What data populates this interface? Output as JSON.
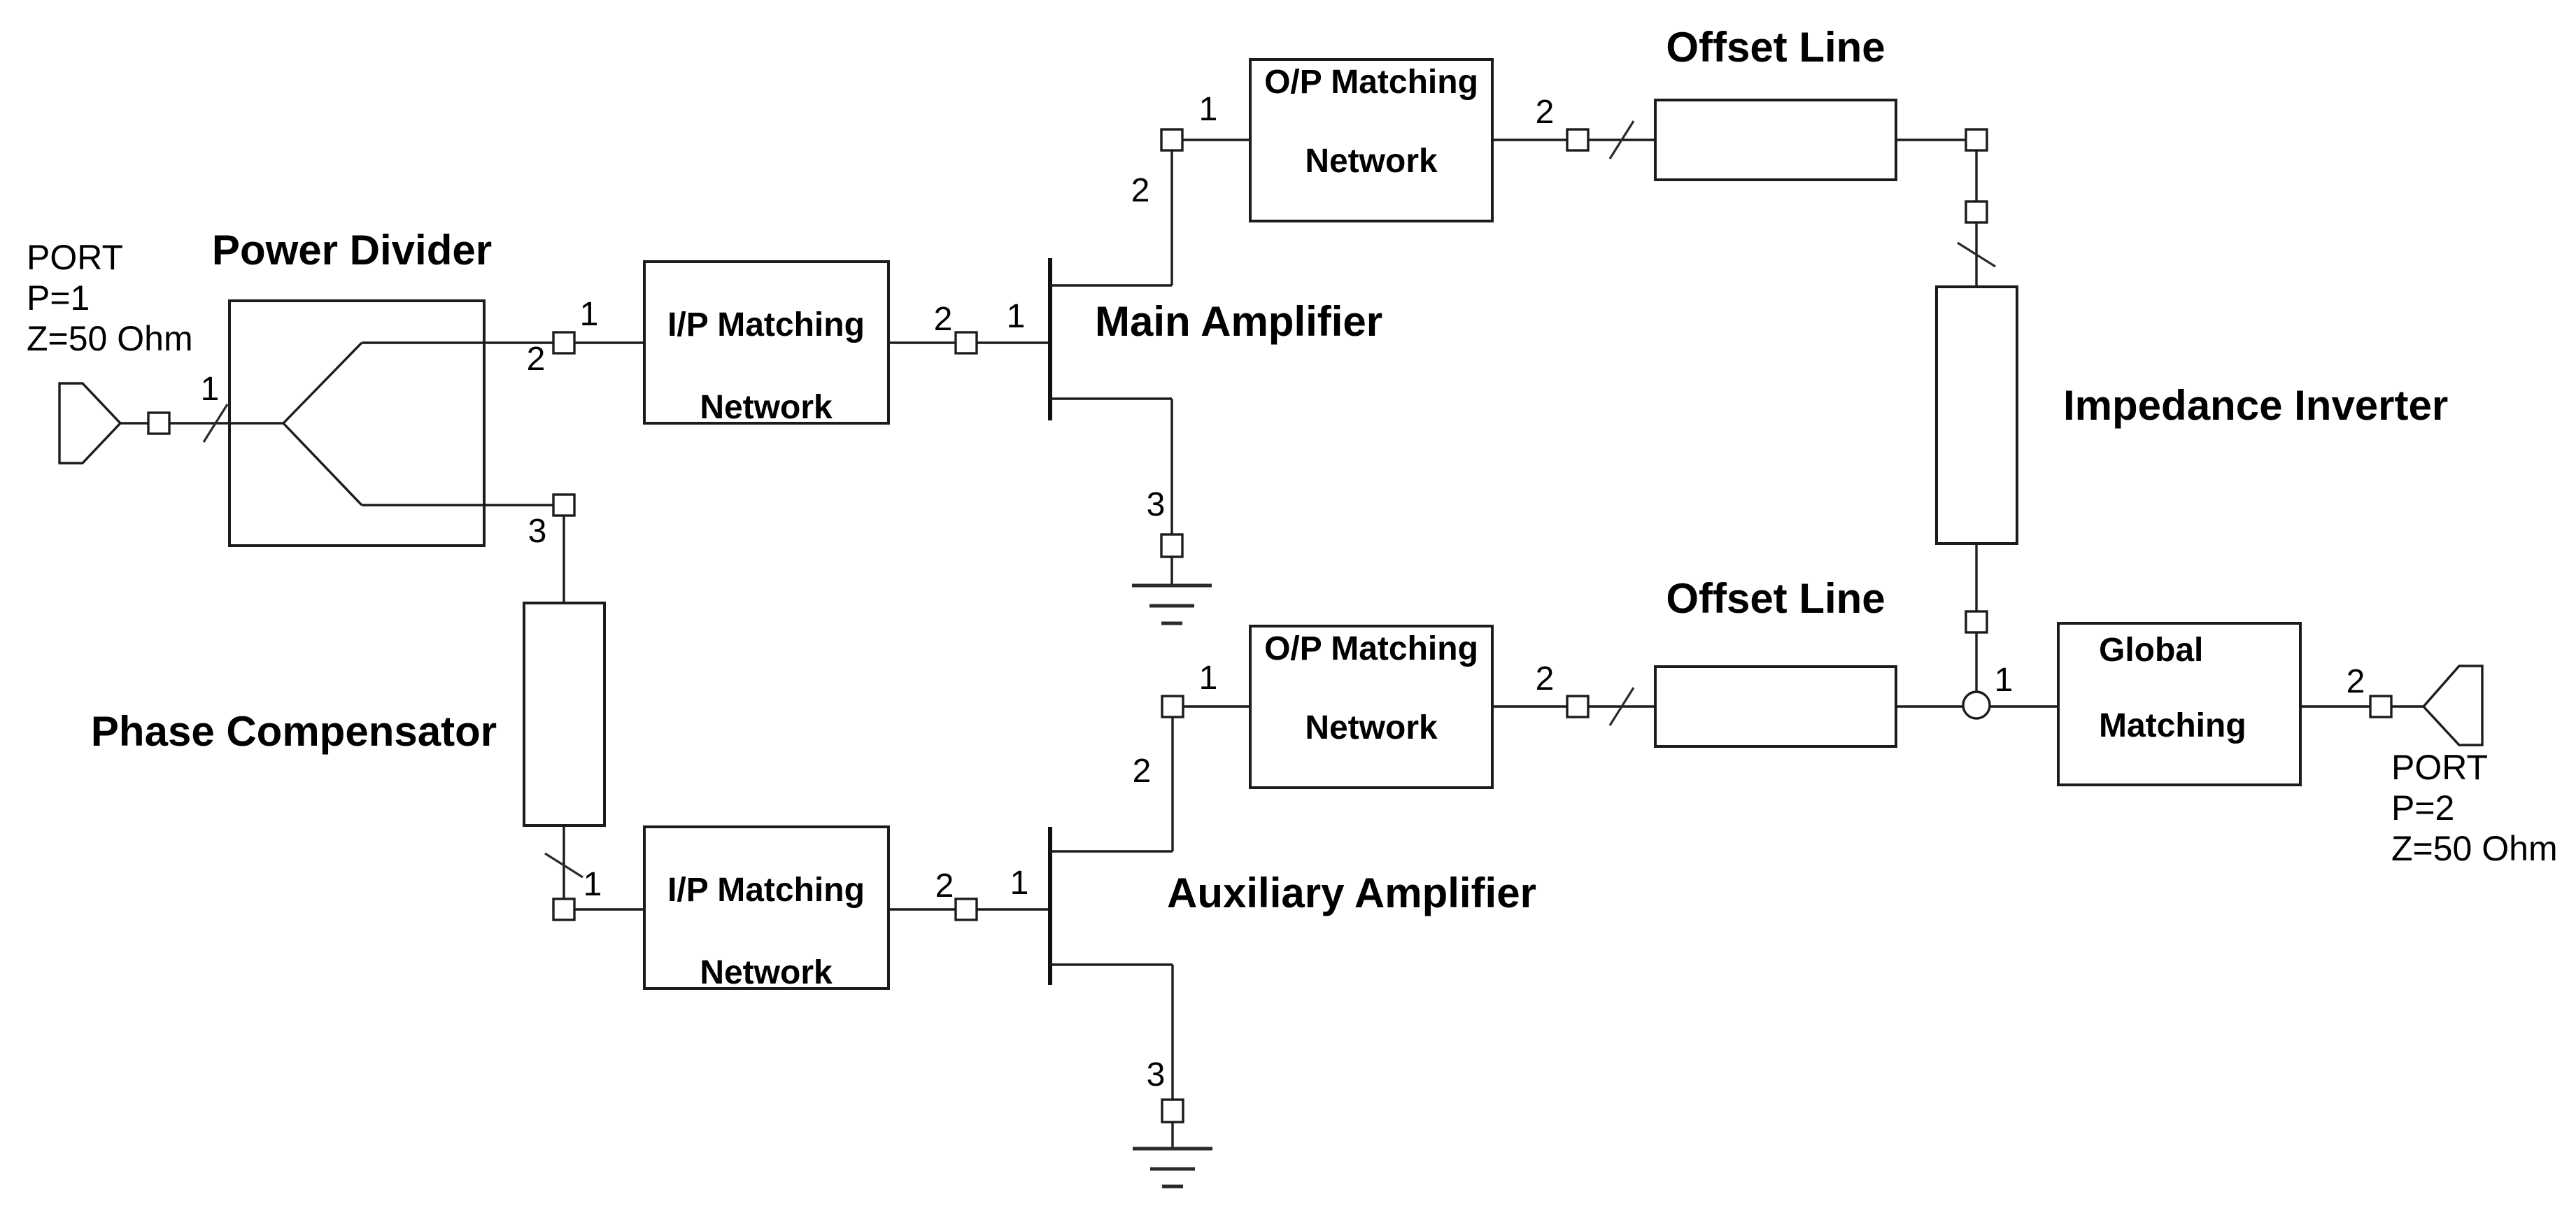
{
  "colors": {
    "background": "#ffffff",
    "line": "#1c1c1c",
    "text": "#000000"
  },
  "port_in": {
    "l1": "PORT",
    "l2": "P=1",
    "l3": "Z=50 Ohm"
  },
  "port_out": {
    "l1": "PORT",
    "l2": "P=2",
    "l3": "Z=50 Ohm"
  },
  "labels": {
    "power_divider": "Power Divider",
    "main_amplifier": "Main Amplifier",
    "auxiliary_amplifier": "Auxiliary Amplifier",
    "offset_line_top": "Offset Line",
    "offset_line_bottom": "Offset Line",
    "impedance_inverter": "Impedance Inverter",
    "phase_compensator": "Phase Compensator"
  },
  "boxes": {
    "ipm_top": {
      "l1": "I/P Matching",
      "l2": "Network"
    },
    "ipm_bottom": {
      "l1": "I/P Matching",
      "l2": "Network"
    },
    "opm_top": {
      "l1": "O/P Matching",
      "l2": "Network"
    },
    "opm_bottom": {
      "l1": "O/P Matching",
      "l2": "Network"
    },
    "global_matching": {
      "l1": "Global",
      "l2": "Matching"
    }
  },
  "port_numbers": {
    "pd_in": "1",
    "pd_out_top": "2",
    "pd_out_bottom": "3",
    "ipm_top_in": "1",
    "ipm_top_out": "2",
    "main_gate": "1",
    "main_drain": "2",
    "main_source": "3",
    "opm_top_in": "1",
    "opm_top_out": "2",
    "pc_out": "1",
    "ipm_bottom_out": "2",
    "aux_gate": "1",
    "aux_drain": "2",
    "aux_source": "3",
    "opm_bottom_in": "1",
    "opm_bottom_out": "2",
    "junction": "1",
    "gm_out": "2"
  }
}
